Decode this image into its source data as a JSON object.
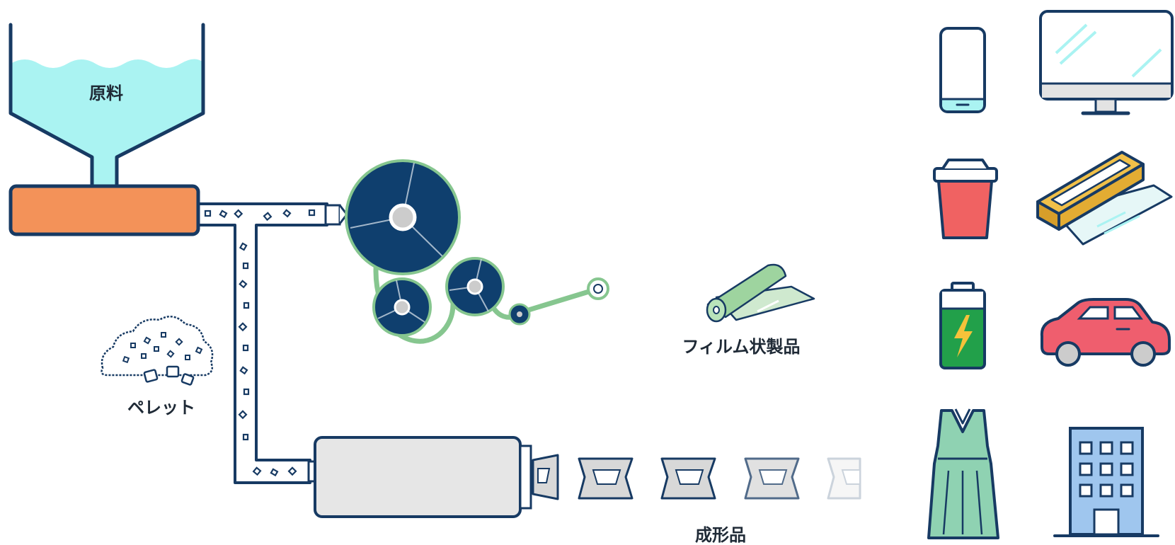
{
  "labels": {
    "raw_material": "原料",
    "pellet": "ペレット",
    "film_product": "フィルム状製品",
    "molded_product": "成形品"
  },
  "colors": {
    "outline": "#173a63",
    "hopper": "#aaf3f2",
    "extruder": "#f39259",
    "roller": "#0f3f6e",
    "film": "#86c68f",
    "molder": "#e6e6e6",
    "cup": "#f06262",
    "battery": "#22a04a",
    "bolt": "#f5c23a",
    "car": "#ef5e6e",
    "dress": "#8fd2b2",
    "building": "#9fc6ee",
    "wrap": "#f0c049"
  },
  "icons": [
    "smartphone-icon",
    "monitor-icon",
    "cup-icon",
    "wrap-film-icon",
    "battery-icon",
    "car-icon",
    "dress-icon",
    "building-icon"
  ]
}
